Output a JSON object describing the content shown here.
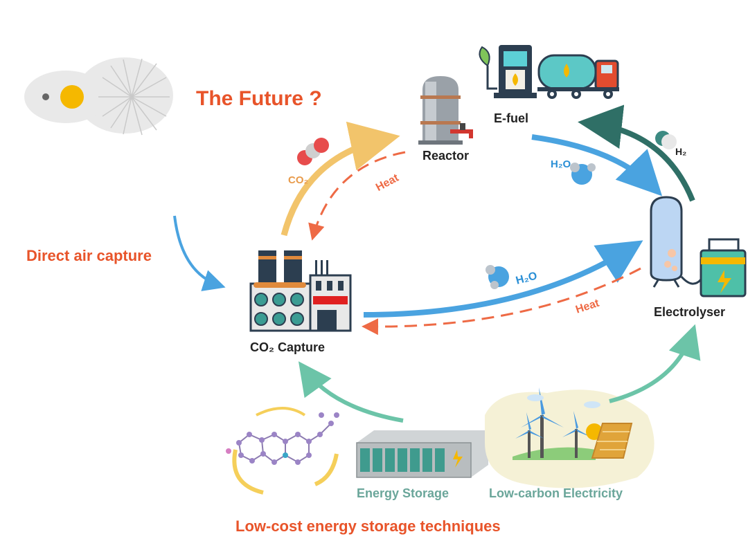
{
  "title": "The Future ?",
  "labels": {
    "reactor": "Reactor",
    "efuel": "E-fuel",
    "electrolyser": "Electrolyser",
    "co2_capture": "CO₂ Capture",
    "direct_air_capture": "Direct air capture",
    "energy_storage": "Energy Storage",
    "low_carbon_electricity": "Low-carbon Electricity",
    "low_cost_storage": "Low-cost energy storage techniques"
  },
  "flow_labels": {
    "co2": "CO₂",
    "heat_top": "Heat",
    "heat_bottom": "Heat",
    "h2o_top": "H₂O",
    "h2o_bottom": "H₂O",
    "h2": "H₂"
  },
  "colors": {
    "accent_orange": "#e8542a",
    "flow_blue": "#4aa3e0",
    "flow_teal": "#6cc4a8",
    "flow_dark_teal": "#2f6f66",
    "flow_yellow": "#f2c46b",
    "heat_red": "#ee6a45"
  },
  "icons": {
    "sun": "sun-icon",
    "reactor": "reactor-icon",
    "fuel_station": "fuel-pump-icon",
    "tanker": "tanker-truck-icon",
    "electrolyser": "electrolyser-icon",
    "battery": "battery-icon",
    "factory": "co2-capture-factory-icon",
    "molecule": "molecule-icon",
    "storage_rack": "battery-rack-icon",
    "wind_solar": "wind-solar-icon"
  }
}
